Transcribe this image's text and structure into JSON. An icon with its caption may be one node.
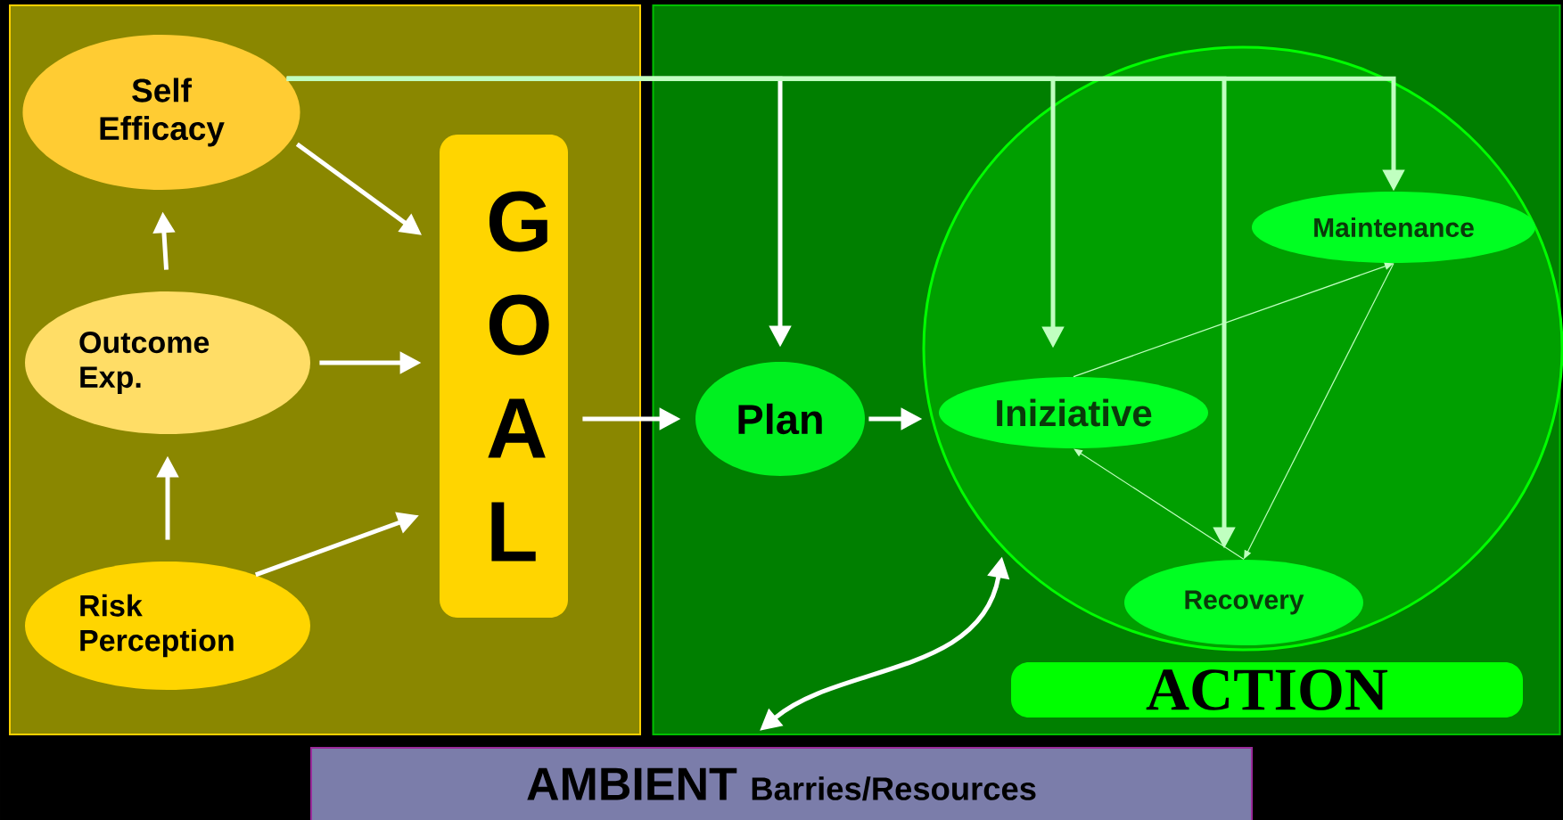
{
  "diagram": {
    "nodes": [
      {
        "text": [],
        "shape": "box"
      },
      {
        "text": [
          "Self Efficacy"
        ],
        "in": 0
      },
      {
        "text": [
          "Outcome Exp."
        ],
        "in": 0
      },
      {
        "text": [
          "Risk Perception"
        ],
        "in": 0
      },
      {
        "text": [
          "G O A L"
        ],
        "in": 0
      },
      {
        "text": [],
        "shape": "box"
      },
      {
        "text": [
          "Plan"
        ],
        "in": 5
      },
      {
        "text": [],
        "shape": "circle",
        "in": 5
      },
      {
        "text": [
          "Iniziative"
        ],
        "in": 7
      },
      {
        "text": [
          "Maintenance"
        ],
        "in": 7
      },
      {
        "text": [
          "Recovery"
        ],
        "in": 7
      },
      {
        "text": [
          "ACTION"
        ],
        "in": 5
      },
      {
        "text": [
          "AMBIENT",
          "Barries/Resources"
        ]
      }
    ],
    "edges": [
      {
        "from": 1,
        "to": 4,
        "arrow": "to"
      },
      {
        "from": 2,
        "to": 4,
        "arrow": "to"
      },
      {
        "from": 3,
        "to": 4,
        "arrow": "to"
      },
      {
        "from": 2,
        "to": 1,
        "arrow": "to"
      },
      {
        "from": 3,
        "to": 2,
        "arrow": "to"
      },
      {
        "from": 1,
        "to": 6,
        "arrow": "to"
      },
      {
        "from": 1,
        "to": 8,
        "arrow": "to",
        "color": "#c0ffc0"
      },
      {
        "from": 1,
        "to": 10,
        "arrow": "to",
        "color": "#c0ffc0"
      },
      {
        "from": 1,
        "to": 9,
        "arrow": "to",
        "color": "#c0ffc0"
      },
      {
        "from": 4,
        "to": 6,
        "arrow": "to"
      },
      {
        "from": 6,
        "to": 7,
        "arrow": "to"
      },
      {
        "from": 8,
        "to": 9,
        "arrow": "to",
        "color": "#c0ffc0"
      },
      {
        "from": 9,
        "to": 10,
        "arrow": "to",
        "color": "#c0ffc0"
      },
      {
        "from": 10,
        "to": 8,
        "arrow": "to",
        "color": "#c0ffc0"
      },
      {
        "from": 12,
        "to": 7,
        "arrow": "both"
      }
    ]
  }
}
